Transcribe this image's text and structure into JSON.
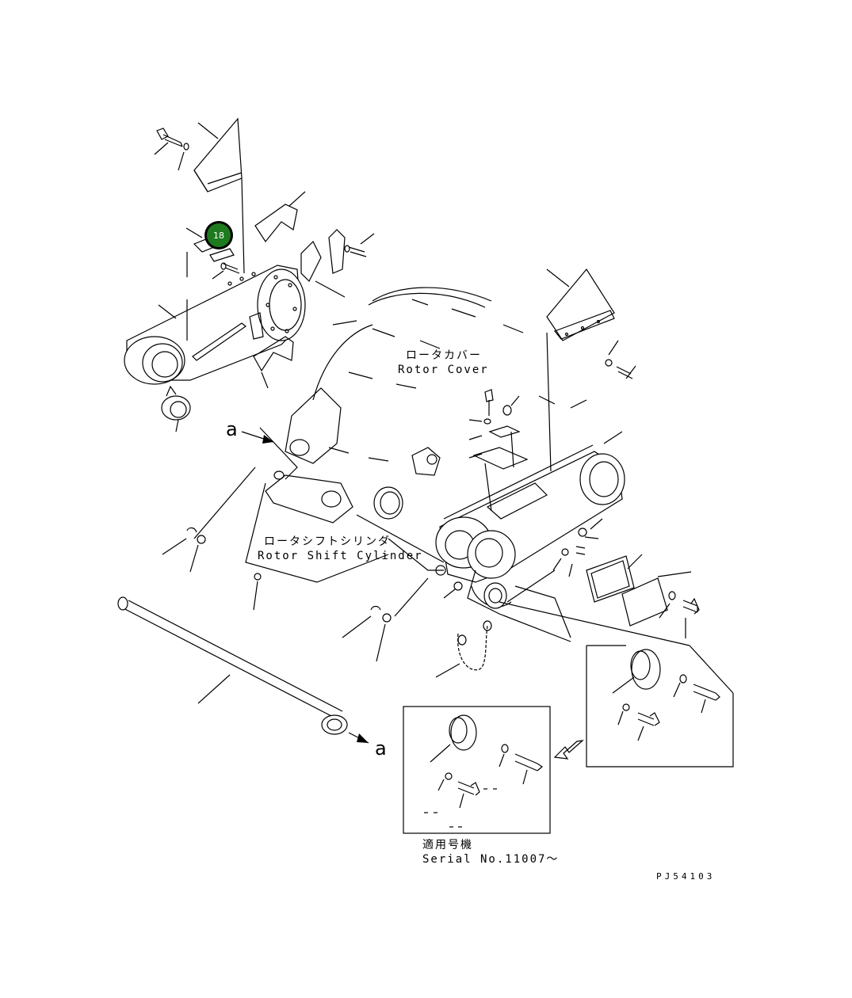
{
  "callout": {
    "number": "18",
    "color": "#1e7a1e",
    "ring": "#000000"
  },
  "labels": {
    "rotor_cover_jp": "ロータカバー",
    "rotor_cover_en": "Rotor Cover",
    "rotor_shift_cylinder_jp": "ロータシフトシリンダ",
    "rotor_shift_cylinder_en": "Rotor Shift Cylinder",
    "arrow_a_top": "a",
    "arrow_a_bottom": "a",
    "serial_jp": "適用号機",
    "serial_en": "Serial No.11007～",
    "drawing_no": "PJ54103"
  }
}
